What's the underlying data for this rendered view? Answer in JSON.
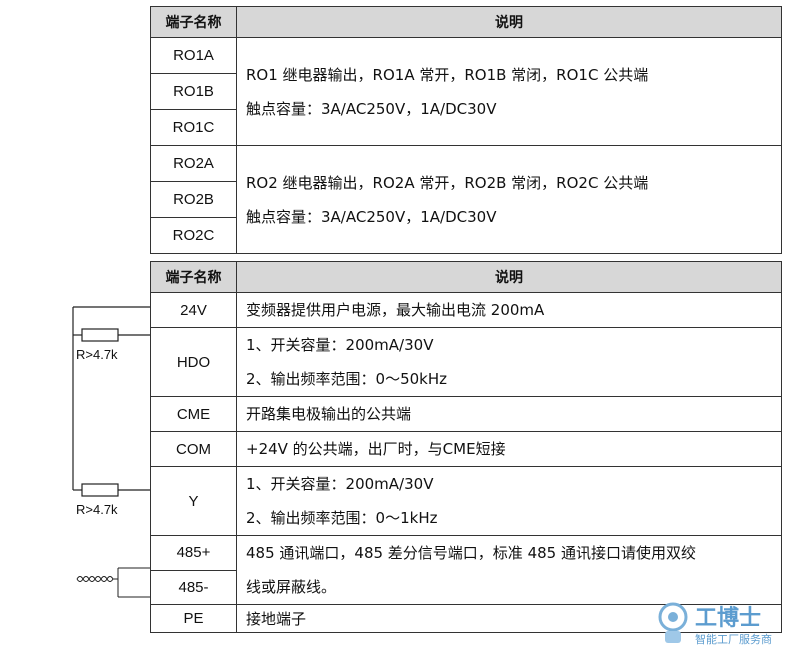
{
  "relay_table": {
    "header": {
      "terminal": "端子名称",
      "desc": "说明"
    },
    "groups": [
      {
        "terminals": [
          "RO1A",
          "RO1B",
          "RO1C"
        ],
        "line1": "RO1 继电器输出，RO1A 常开，RO1B 常闭，RO1C 公共端",
        "line2": "触点容量：3A/AC250V，1A/DC30V"
      },
      {
        "terminals": [
          "RO2A",
          "RO2B",
          "RO2C"
        ],
        "line1": "RO2 继电器输出，RO2A 常开，RO2B 常闭，RO2C 公共端",
        "line2": "触点容量：3A/AC250V，1A/DC30V"
      }
    ]
  },
  "io_table": {
    "header": {
      "terminal": "端子名称",
      "desc": "说明"
    },
    "rows": [
      {
        "terminal": "24V",
        "desc": "变频器提供用户电源，最大输出电流 200mA"
      },
      {
        "terminal": "HDO",
        "line1": "1、开关容量：200mA/30V",
        "line2": "2、输出频率范围：0～50kHz"
      },
      {
        "terminal": "CME",
        "desc": "开路集电极输出的公共端"
      },
      {
        "terminal": "COM",
        "desc": "+24V 的公共端，出厂时，与CME短接"
      },
      {
        "terminal": "Y",
        "line1": "1、开关容量：200mA/30V",
        "line2": "2、输出频率范围：0～1kHz"
      },
      {
        "terminals": [
          "485+",
          "485-"
        ],
        "line1": "485 通讯端口，485 差分信号端口，标准 485 通讯接口请使用双绞",
        "line2": "线或屏蔽线。"
      },
      {
        "terminal": "PE",
        "desc": "接地端子"
      }
    ]
  },
  "circuit": {
    "resistor1_label": "R>4.7k",
    "resistor2_label": "R>4.7k"
  },
  "watermark": {
    "brand": "工博士",
    "slogan": "智能工厂服务商"
  }
}
